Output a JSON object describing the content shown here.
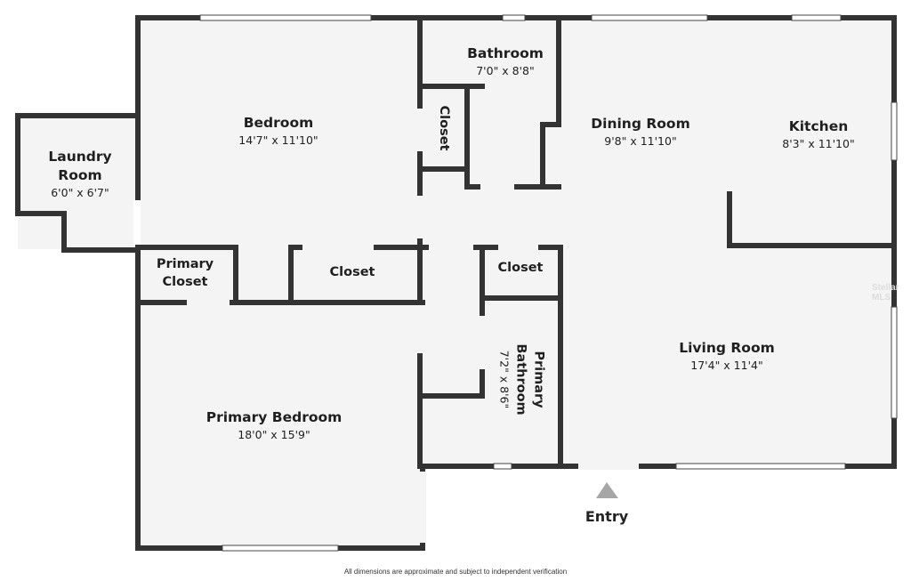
{
  "rooms": {
    "laundry": {
      "name": "Laundry\nRoom",
      "dims": "6'0\" x 6'7\""
    },
    "bedroom": {
      "name": "Bedroom",
      "dims": "14'7\" x 11'10\""
    },
    "bathroom": {
      "name": "Bathroom",
      "dims": "7'0\" x 8'8\""
    },
    "bath_closet": {
      "name": "Closet"
    },
    "dining": {
      "name": "Dining Room",
      "dims": "9'8\" x 11'10\""
    },
    "kitchen": {
      "name": "Kitchen",
      "dims": "8'3\" x 11'10\""
    },
    "primary_closet": {
      "name": "Primary\nCloset"
    },
    "closet_mid": {
      "name": "Closet"
    },
    "closet_right": {
      "name": "Closet"
    },
    "primary_bath": {
      "name": "Primary\nBathroom",
      "dims": "7'2\" x 8'6\""
    },
    "living": {
      "name": "Living Room",
      "dims": "17'4\" x 11'4\""
    },
    "primary_bed": {
      "name": "Primary Bedroom",
      "dims": "18'0\" x 15'9\""
    }
  },
  "entry_label": "Entry",
  "watermark": "Stellar MLS",
  "disclaimer": "All dimensions are approximate and subject to independent verification",
  "colors": {
    "wall": "#333333",
    "floor": "#f4f4f4",
    "window": "#ffffff",
    "entry_arrow": "#a6a6a6"
  }
}
